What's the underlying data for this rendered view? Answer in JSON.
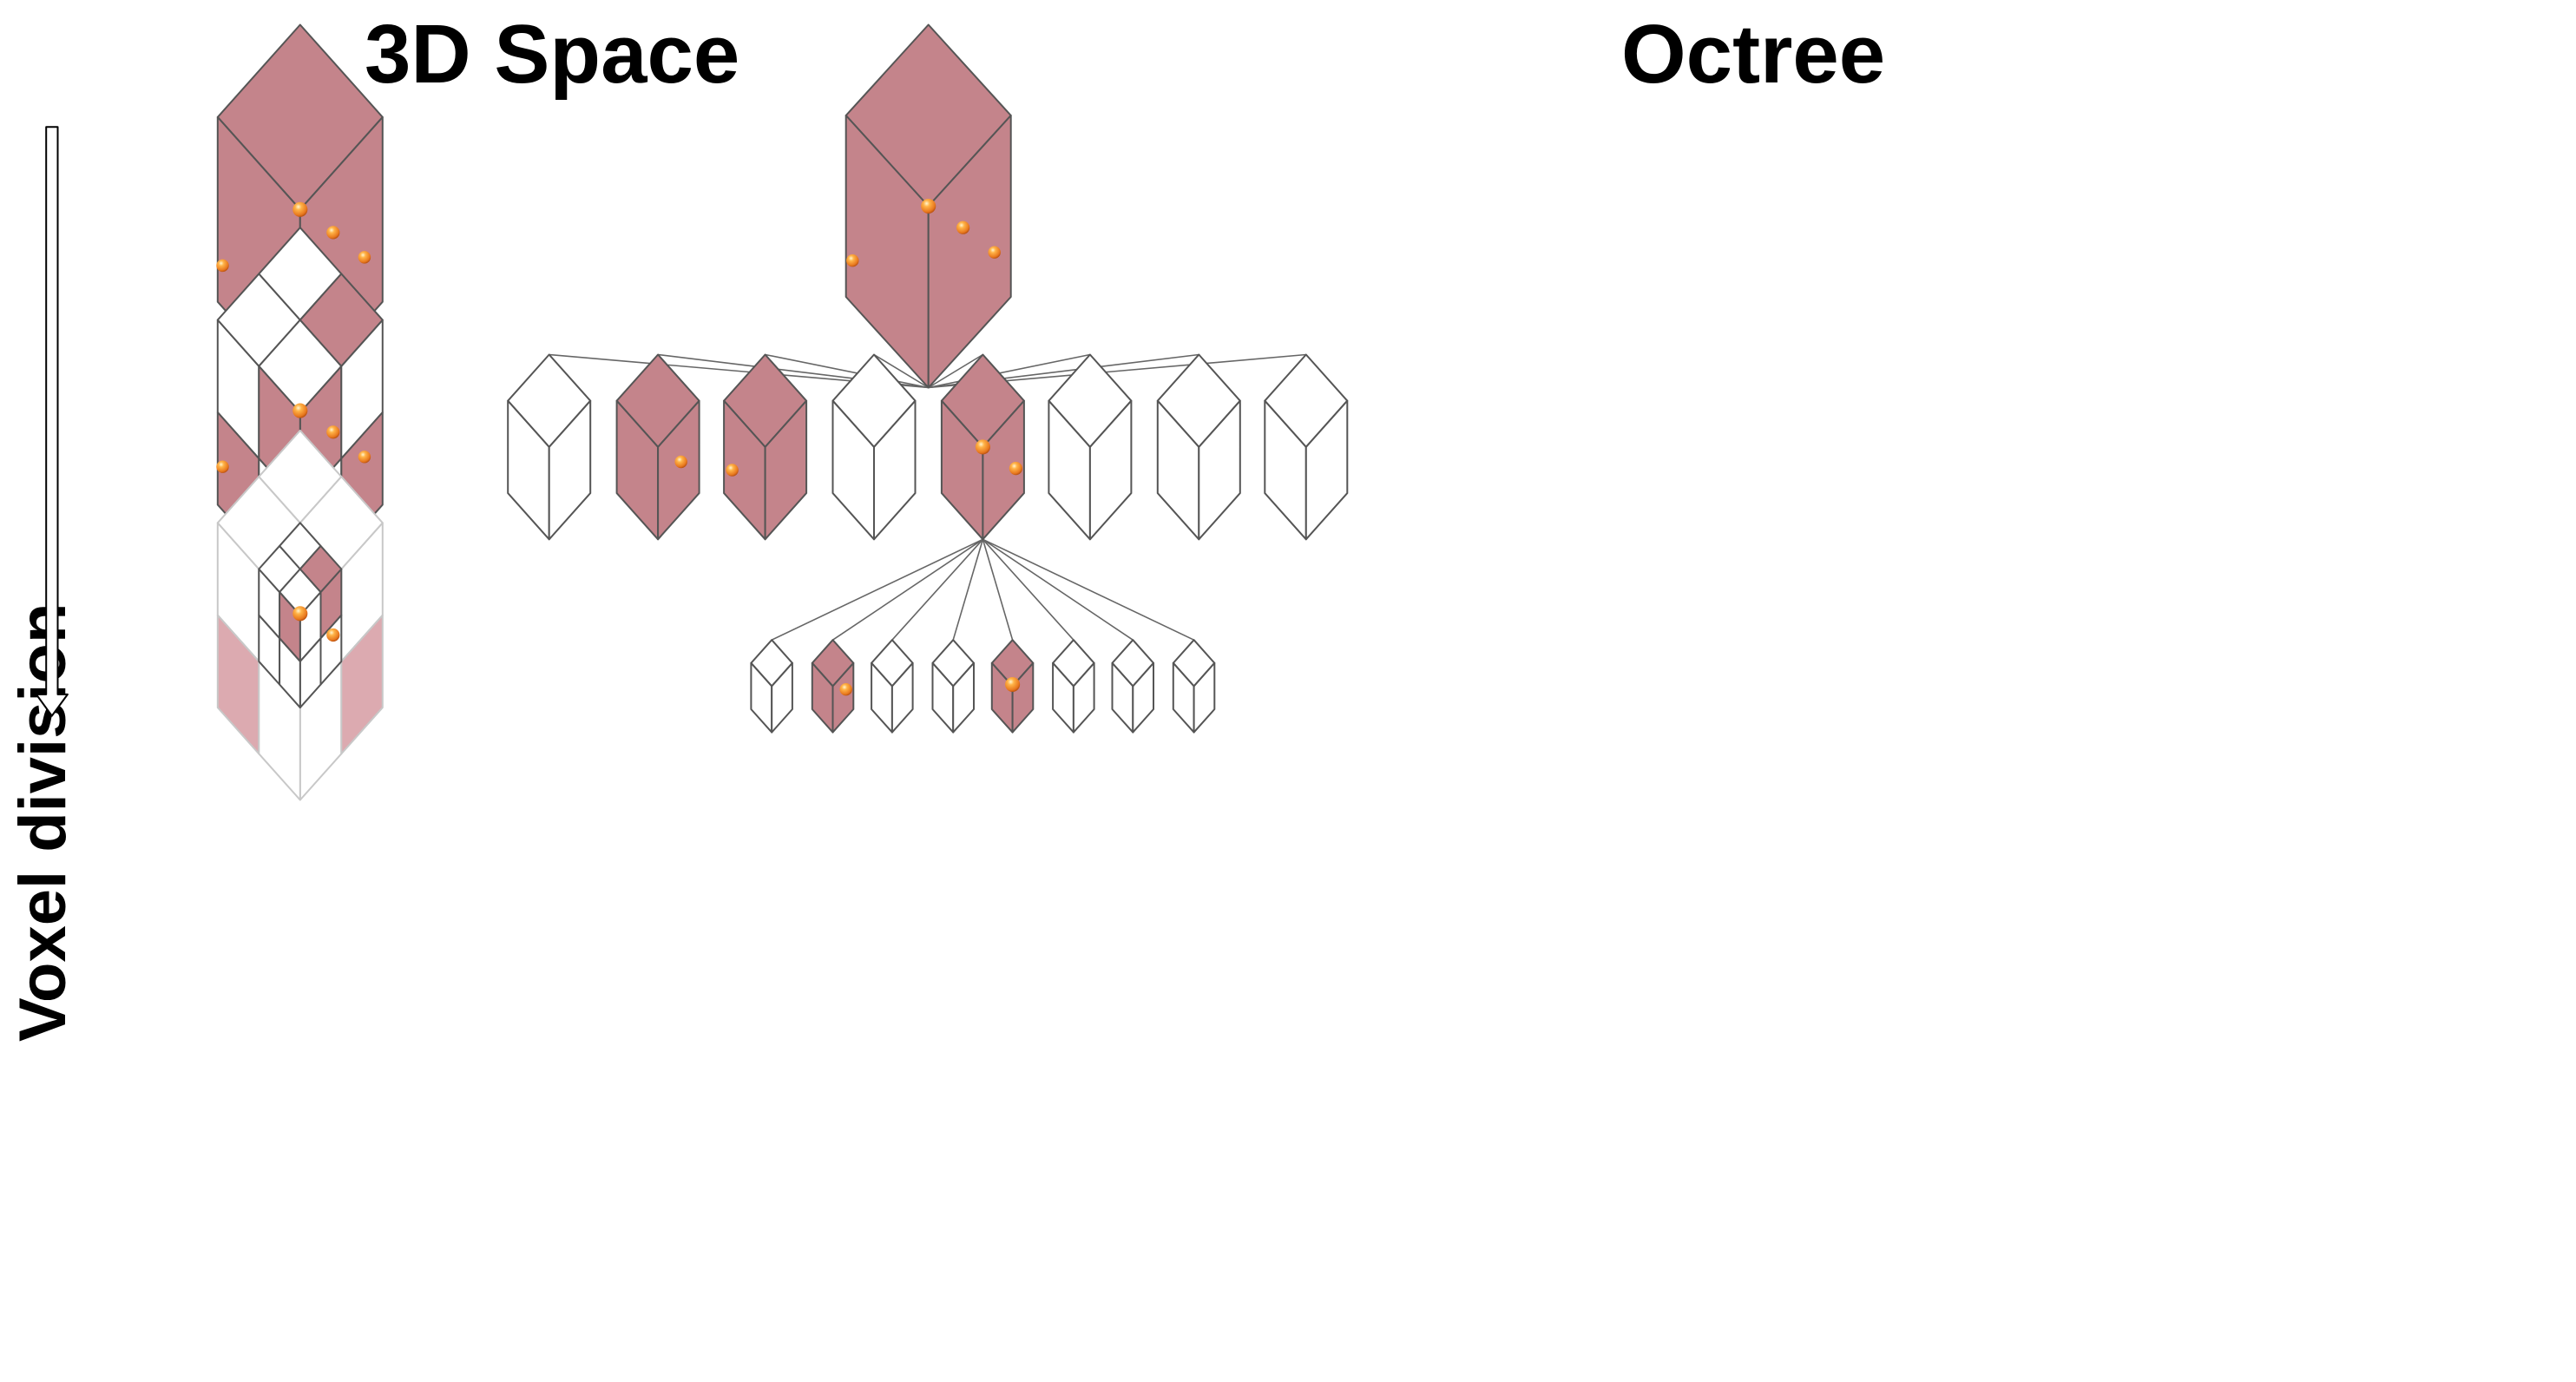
{
  "titles": {
    "left": "3D Space",
    "right": "Octree"
  },
  "axis": {
    "label": "Voxel division",
    "arrow_direction": "down"
  },
  "colors": {
    "occupied_voxel": "#c4848b",
    "occupied_voxel_faded": "#dcaab0",
    "empty_voxel": "#ffffff",
    "edge": "#555555",
    "faded_edge": "#c8c8c8",
    "point": "#f08c28",
    "point_highlight": "#fff5d0",
    "link": "#666666"
  },
  "space_levels": [
    {
      "level": 0,
      "divisions": 1,
      "occupied_cells": 1,
      "points": 4
    },
    {
      "level": 1,
      "divisions": 2,
      "occupied_cells": 3,
      "points": 4
    },
    {
      "level": 2,
      "divisions": 4,
      "occupied_cells": 2,
      "points": 2
    }
  ],
  "octree": {
    "root": {
      "occupied": true,
      "points": 4
    },
    "level1": [
      {
        "occupied": false,
        "points": 0
      },
      {
        "occupied": true,
        "points": 1
      },
      {
        "occupied": true,
        "points": 1
      },
      {
        "occupied": false,
        "points": 0
      },
      {
        "occupied": true,
        "points": 2,
        "expanded": true
      },
      {
        "occupied": false,
        "points": 0
      },
      {
        "occupied": false,
        "points": 0
      },
      {
        "occupied": false,
        "points": 0
      }
    ],
    "level2": [
      {
        "occupied": false,
        "points": 0
      },
      {
        "occupied": true,
        "points": 1
      },
      {
        "occupied": false,
        "points": 0
      },
      {
        "occupied": false,
        "points": 0
      },
      {
        "occupied": true,
        "points": 1
      },
      {
        "occupied": false,
        "points": 0
      },
      {
        "occupied": false,
        "points": 0
      },
      {
        "occupied": false,
        "points": 0
      }
    ]
  }
}
